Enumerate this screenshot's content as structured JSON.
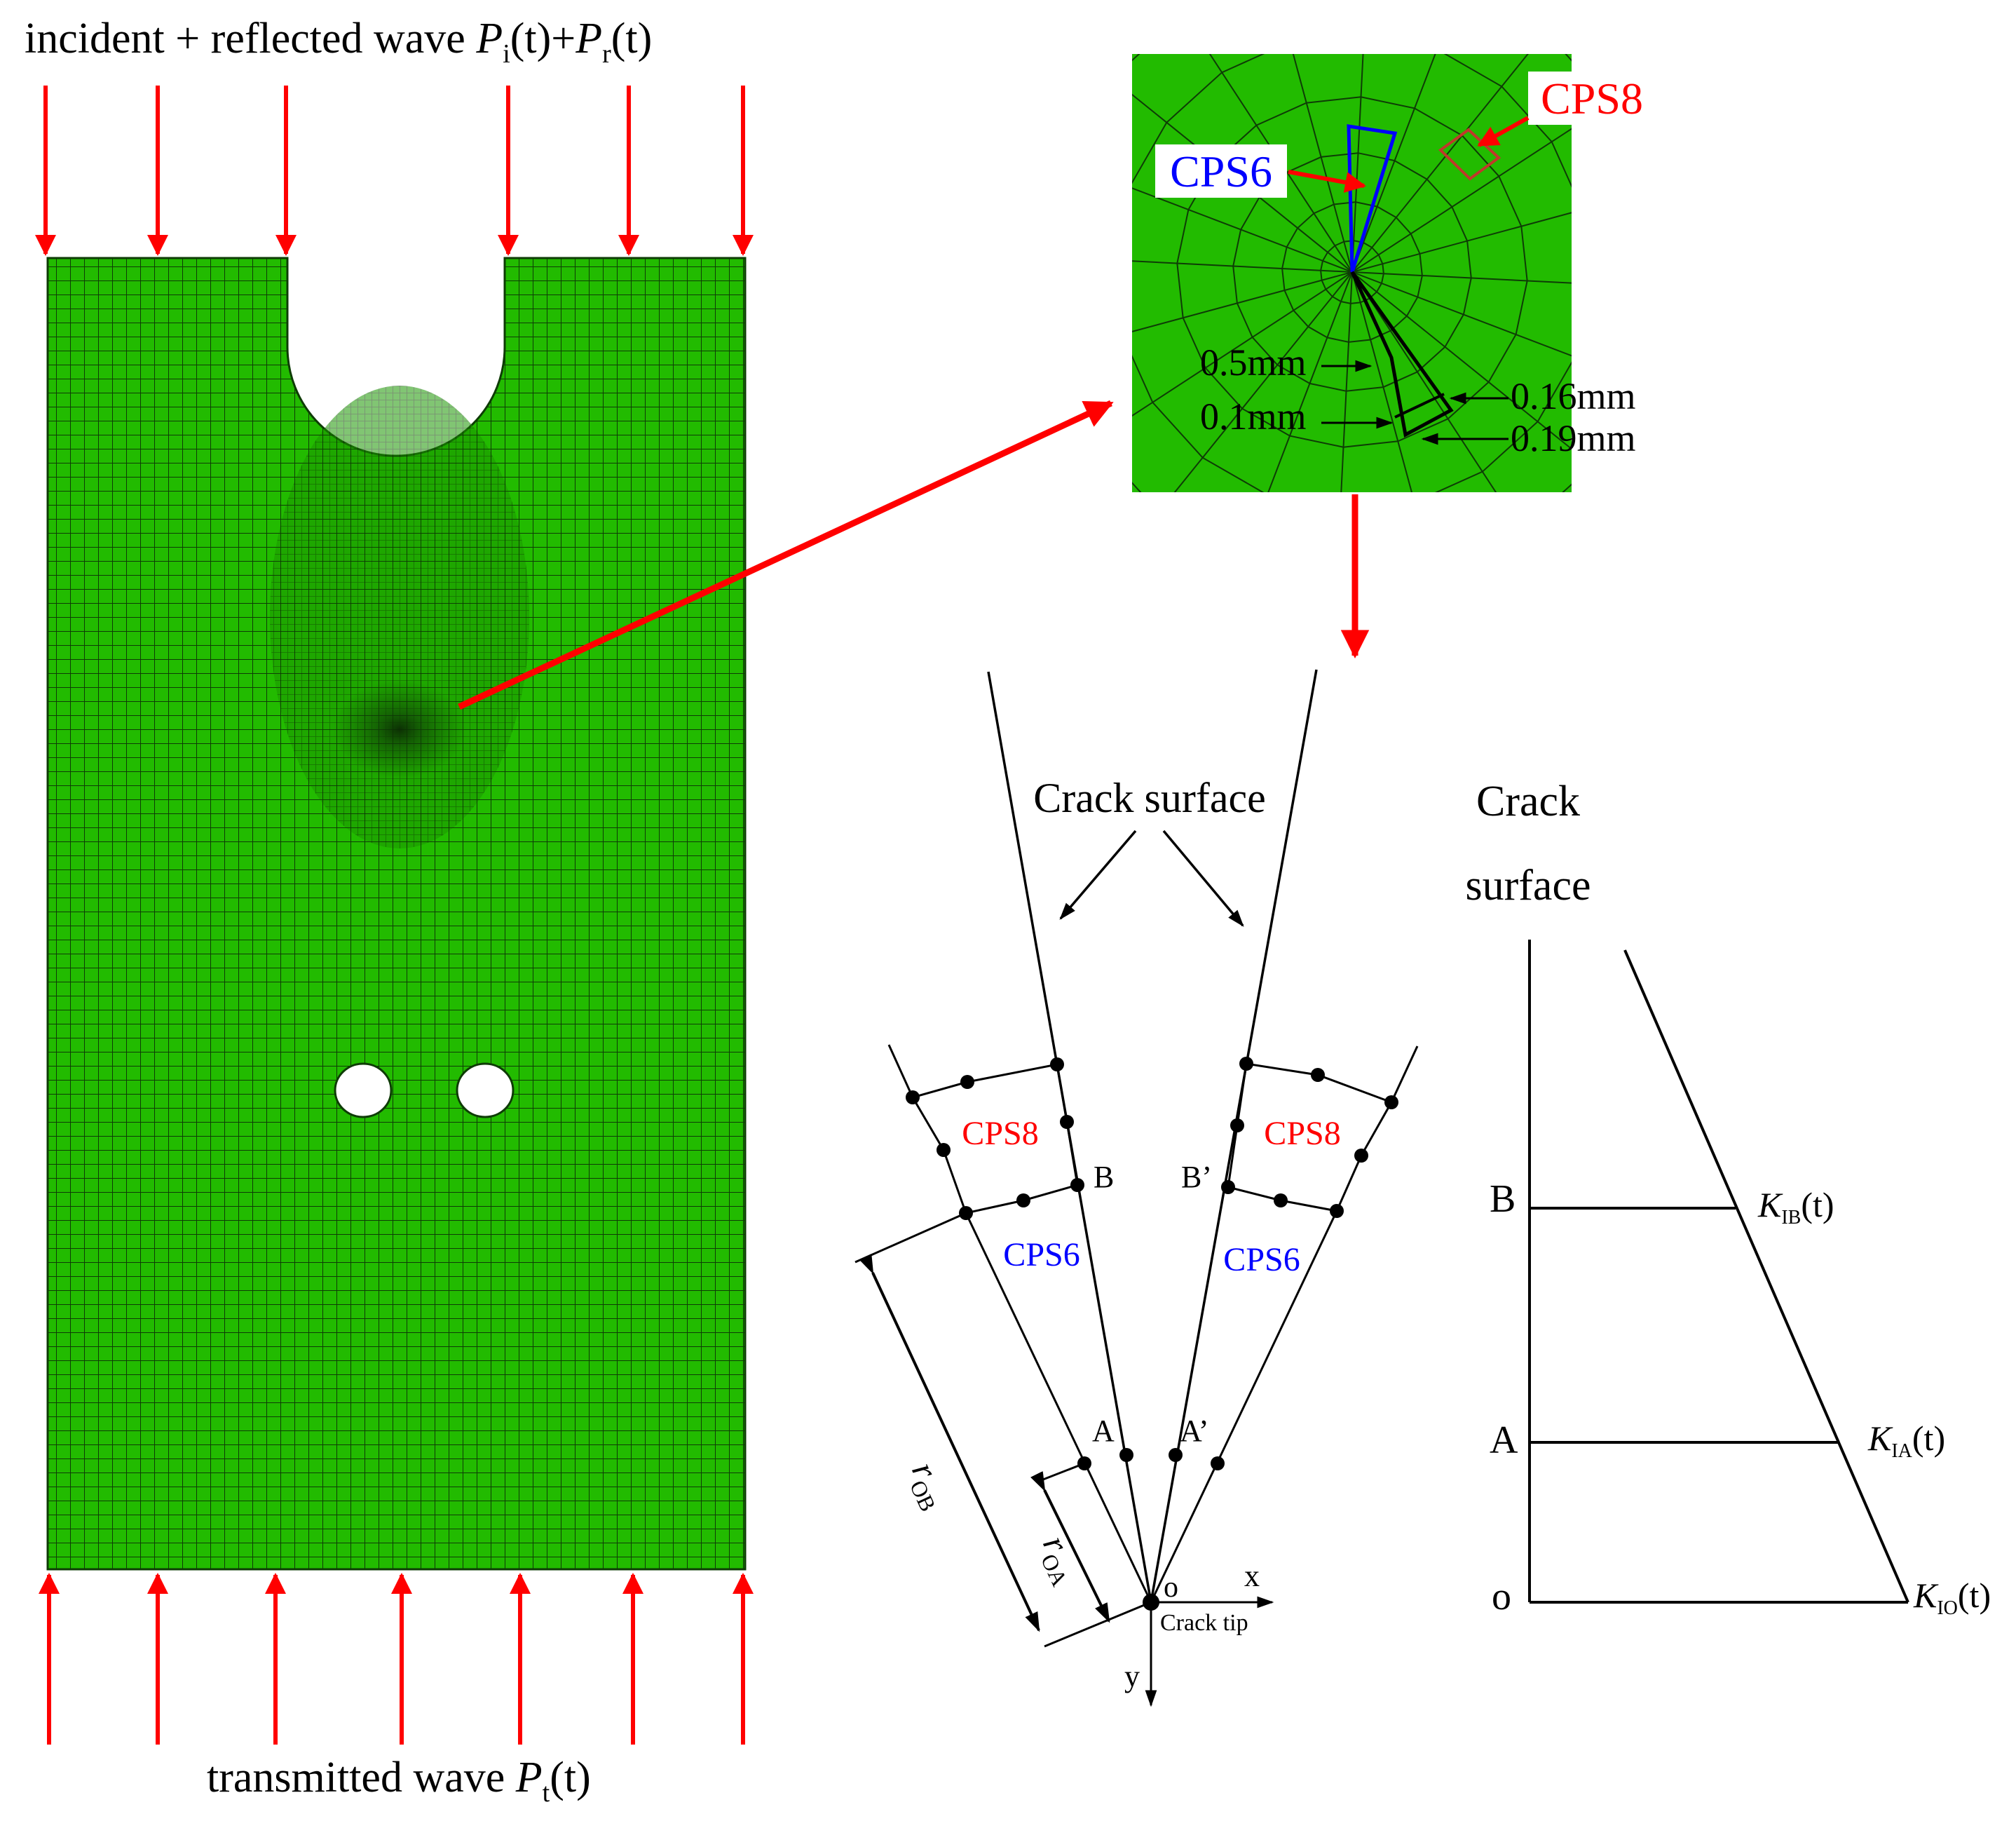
{
  "colors": {
    "mesh_fill": "#22bb00",
    "mesh_line": "#0e3c06",
    "arrow_red": "#ff0000",
    "label_red": "#ff0000",
    "label_blue": "#0000ff",
    "ink": "#000000"
  },
  "specimen": {
    "top_label": {
      "prefix": "incident + reflected wave ",
      "p1": "P",
      "p1_sub": "i",
      "p1_arg": "(t)",
      "plus": "+",
      "p2": "P",
      "p2_sub": "r",
      "p2_arg": "(t)"
    },
    "bottom_label": {
      "prefix": "transmitted wave ",
      "p": "P",
      "p_sub": "t",
      "p_arg": "(t)"
    }
  },
  "zoom": {
    "cps6": "CPS6",
    "cps8": "CPS8",
    "dim_05": "0.5mm",
    "dim_01": "0.1mm",
    "dim_016": "0.16mm",
    "dim_019": "0.19mm"
  },
  "crack_detail": {
    "crack_surface": "Crack surface",
    "cps8_left": "CPS8",
    "cps8_right": "CPS8",
    "cps6_left": "CPS6",
    "cps6_right": "CPS6",
    "label_B": "B",
    "label_B_prime": "B’",
    "label_A": "A",
    "label_A_prime": "A’",
    "label_o": "o",
    "label_x": "x",
    "label_y": "y",
    "crack_tip": "Crack tip",
    "r_ob": "r",
    "r_ob_sub": "OB",
    "r_oa": "r",
    "r_oa_sub": "OA"
  },
  "k_diagram": {
    "crack_line1": "Crack",
    "crack_line2": "surface",
    "label_B": "B",
    "label_A": "A",
    "label_o": "o",
    "kib": "K",
    "kib_sub": "IB",
    "kib_arg": "(t)",
    "kia": "K",
    "kia_sub": "IA",
    "kia_arg": "(t)",
    "kio": "K",
    "kio_sub": "IO",
    "kio_arg": "(t)"
  }
}
